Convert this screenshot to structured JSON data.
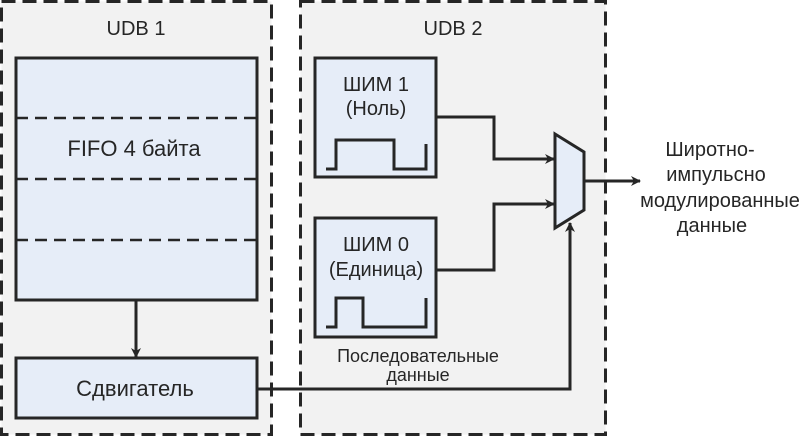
{
  "colors": {
    "panel_bg": "#f2f2f2",
    "block_fill": "#e6edf8",
    "stroke": "#262626",
    "text": "#262626"
  },
  "udb1": {
    "title": "UDB 1",
    "fifo_label": "FIFO 4 байта",
    "fifo_slots": 4,
    "shifter_label": "Сдвигатель"
  },
  "udb2": {
    "title": "UDB 2",
    "pwm1": {
      "line1": "ШИМ 1",
      "line2": "(Ноль)"
    },
    "pwm0": {
      "line1": "ШИМ 0",
      "line2": "(Единица)"
    },
    "serial_label": {
      "line1": "Последовательные",
      "line2": "данные"
    },
    "mux_name": "multiplexer"
  },
  "output_label": {
    "line1": "Широтно-",
    "line2": "импульсно",
    "line3": "модулированные",
    "line4": "данные"
  }
}
